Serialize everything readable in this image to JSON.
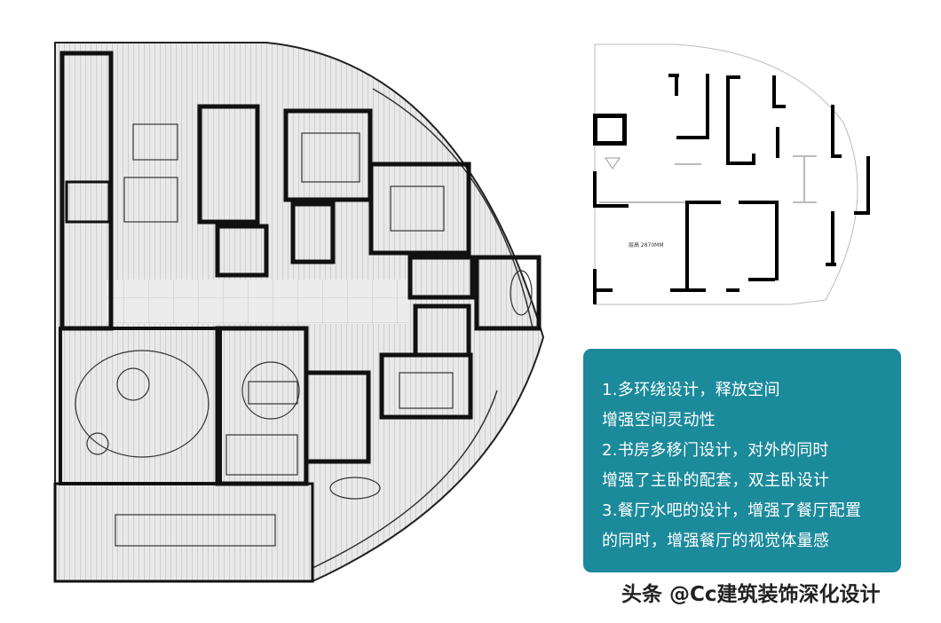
{
  "notes": {
    "lines": [
      "1.多环绕设计，释放空间",
      "增强空间灵动性",
      "2.书房多移门设计，对外的同时",
      "增强了主卧的配套，双主卧设计",
      "3.餐厅水吧的设计，增强了餐厅配置",
      "的同时，增强餐厅的视觉体量感"
    ],
    "background_color": "#1b8a9b",
    "text_color": "#ffffff"
  },
  "original_plan": {
    "ceiling_label": "层高 2870MM"
  },
  "watermark": "头条 @Cc建筑装饰深化设计"
}
